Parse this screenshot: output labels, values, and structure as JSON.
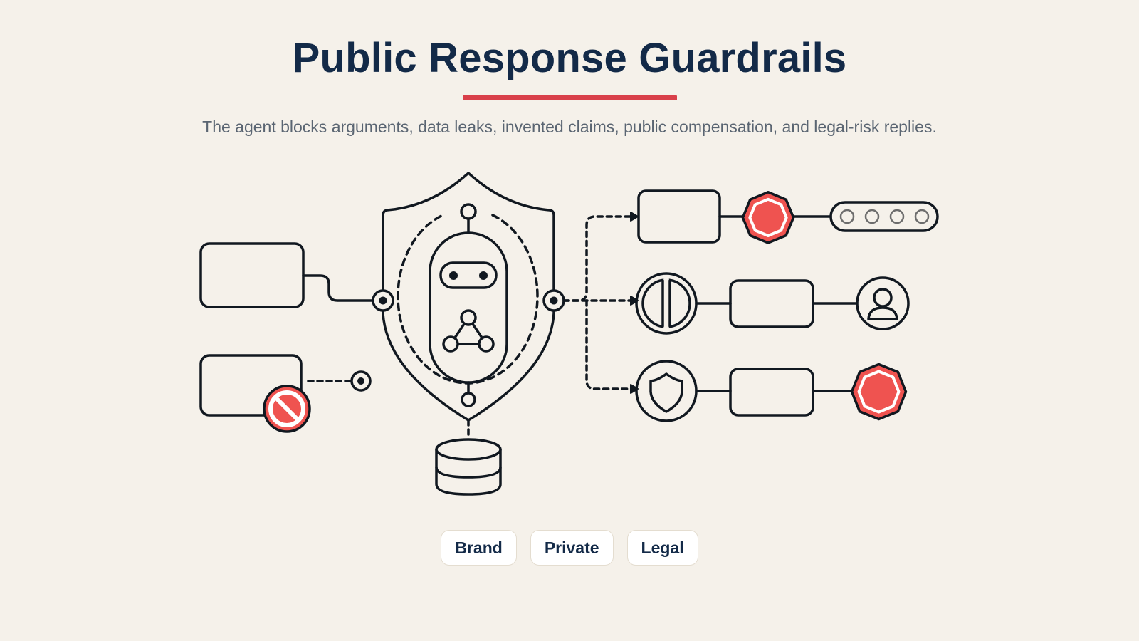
{
  "header": {
    "title": "Public Response Guardrails",
    "subtitle": "The agent blocks arguments, data leaks, invented claims, public compensation, and legal-risk replies."
  },
  "chips": [
    {
      "label": "Brand"
    },
    {
      "label": "Private"
    },
    {
      "label": "Legal"
    }
  ],
  "colors": {
    "background": "#f5f1ea",
    "ink": "#111820",
    "title": "#132a48",
    "accent": "#d9404a",
    "stop_fill": "#ef5350"
  },
  "icons": [
    "shield-icon",
    "robot-icon",
    "network-icon",
    "database-icon",
    "stop-sign-icon",
    "prohibited-icon",
    "user-icon",
    "split-circle-icon"
  ]
}
